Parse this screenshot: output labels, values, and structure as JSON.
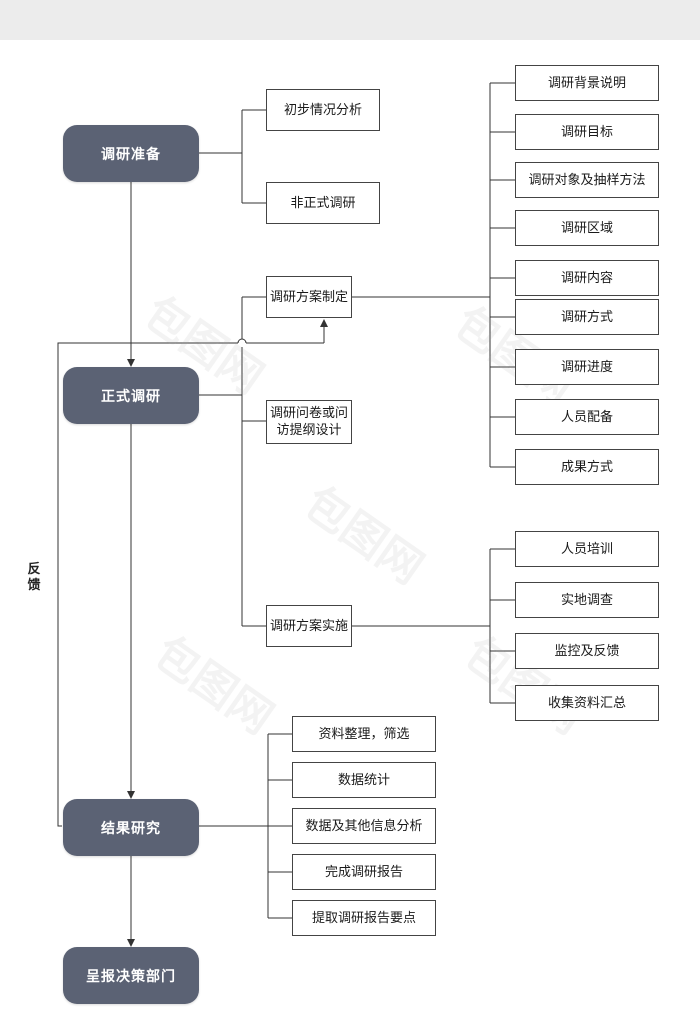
{
  "stages": {
    "prep": "调研准备",
    "formal": "正式调研",
    "results": "结果研究",
    "report": "呈报决策部门"
  },
  "feedback_label": "反馈",
  "prep_items": [
    "初步情况分析",
    "非正式调研"
  ],
  "formal_items": {
    "plan": "调研方案制定",
    "questionnaire": "调研问卷或问访提纲设计",
    "implement": "调研方案实施"
  },
  "plan_details": [
    "调研背景说明",
    "调研目标",
    "调研对象及抽样方法",
    "调研区域",
    "调研内容",
    "调研方式",
    "调研进度",
    "人员配备",
    "成果方式"
  ],
  "implement_details": [
    "人员培训",
    "实地调查",
    "监控及反馈",
    "收集资料汇总"
  ],
  "results_items": [
    "资料整理，筛选",
    "数据统计",
    "数据及其他信息分析",
    "完成调研报告",
    "提取调研报告要点"
  ],
  "watermark": "包图网",
  "colors": {
    "stage_fill": "#5b6274",
    "line": "#333333"
  }
}
